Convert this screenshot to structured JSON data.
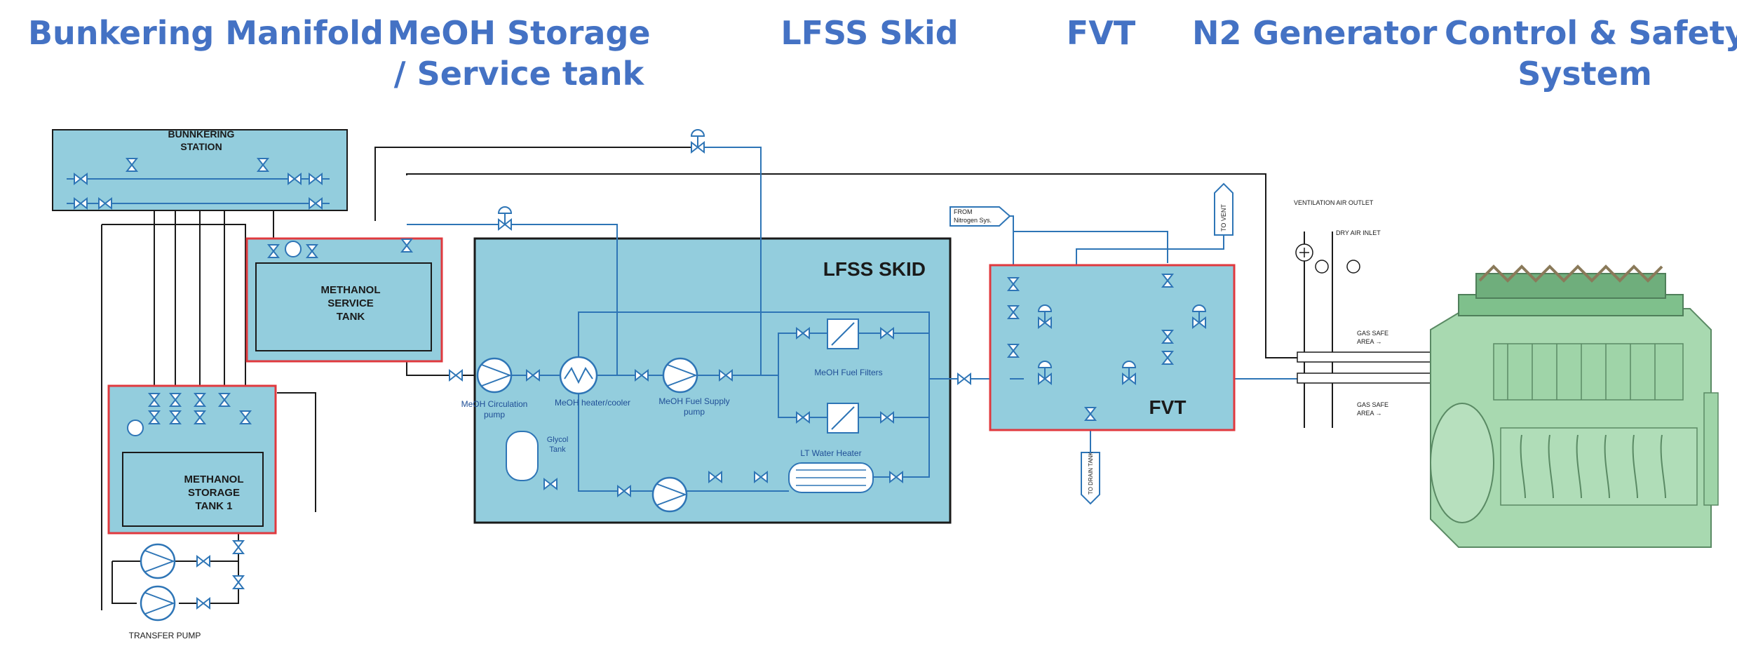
{
  "headers": {
    "bunkering_manifold": "Bunkering Manifold",
    "meoh_storage_line1": "MeOH Storage",
    "meoh_storage_line2": "/ Service tank",
    "lfss_skid": "LFSS Skid",
    "fvt": "FVT",
    "n2_generator": "N2 Generator",
    "control_safety_line1": "Control & Safety",
    "control_safety_line2": "System"
  },
  "diagram": {
    "bunkering_station_line1": "BUNNKERING",
    "bunkering_station_line2": "STATION",
    "service_tank_line1": "METHANOL",
    "service_tank_line2": "SERVICE",
    "service_tank_line3": "TANK",
    "storage_tank_line1": "METHANOL",
    "storage_tank_line2": "STORAGE",
    "storage_tank_line3": "TANK 1",
    "transfer_pump": "TRANSFER PUMP",
    "lfss_skid_title": "LFSS SKID",
    "circulation_pump_line1": "MeOH Circulation",
    "circulation_pump_line2": "pump",
    "heater_cooler": "MeOH heater/cooler",
    "fuel_supply_pump_line1": "MeOH Fuel Supply",
    "fuel_supply_pump_line2": "pump",
    "fuel_filters": "MeOH Fuel Filters",
    "glycol_tank_line1": "Glycol",
    "glycol_tank_line2": "Tank",
    "lt_water_heater": "LT Water Heater",
    "fvt_title": "FVT",
    "from_nitrogen_line1": "FROM",
    "from_nitrogen_line2": "Nitrogen Sys.",
    "to_vent": "TO VENT",
    "to_drain": "TO DRAIN TANK",
    "ventilation_outlet": "VENTILATION AIR OUTLET",
    "dry_air_inlet": "DRY AIR INLET",
    "gas_safe_area_1_line1": "GAS SAFE",
    "gas_safe_area_1_line2": "AREA →",
    "gas_safe_area_2_line1": "GAS SAFE",
    "gas_safe_area_2_line2": "AREA →"
  },
  "colors": {
    "headline": "#4472c4",
    "tank_fill": "#93cddd",
    "skid_fill": "#93cddd",
    "tank_red_border": "#e0393e",
    "pipe_blue": "#2e75b6",
    "pipe_black": "#1a1a1a",
    "engine_green": "#8fcf9a"
  }
}
